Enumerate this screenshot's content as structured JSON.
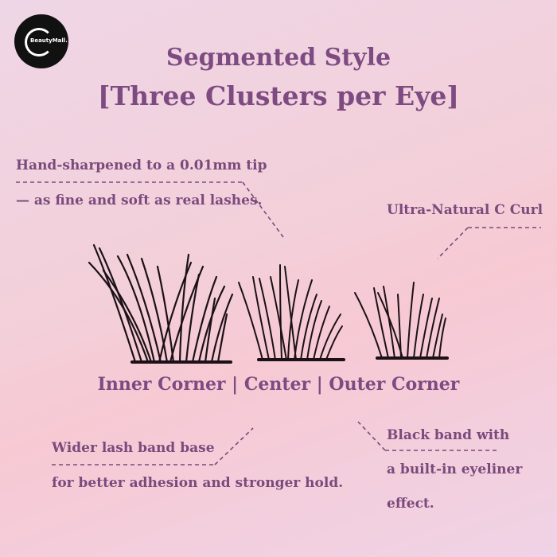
{
  "logo": {
    "text": "BeautyMall."
  },
  "title": {
    "line1": "Segmented Style",
    "line2": "[Three Clusters per Eye]"
  },
  "annotations": {
    "tip_line1": "Hand-sharpened to a 0.01mm tip",
    "tip_line2": "— as fine and soft as real lashes.",
    "curl": "Ultra-Natural C Curl",
    "band_line1": "Wider lash band base",
    "band_line2": "for better adhesion and stronger hold.",
    "black_line1": "Black band with",
    "black_line2": "a built-in eyeliner",
    "black_line3": "effect."
  },
  "clusters_label": "Inner Corner | Center | Outer Corner",
  "colors": {
    "text": "#7a4a7c",
    "lash": "#1b1117",
    "logo_bg": "#111111"
  }
}
